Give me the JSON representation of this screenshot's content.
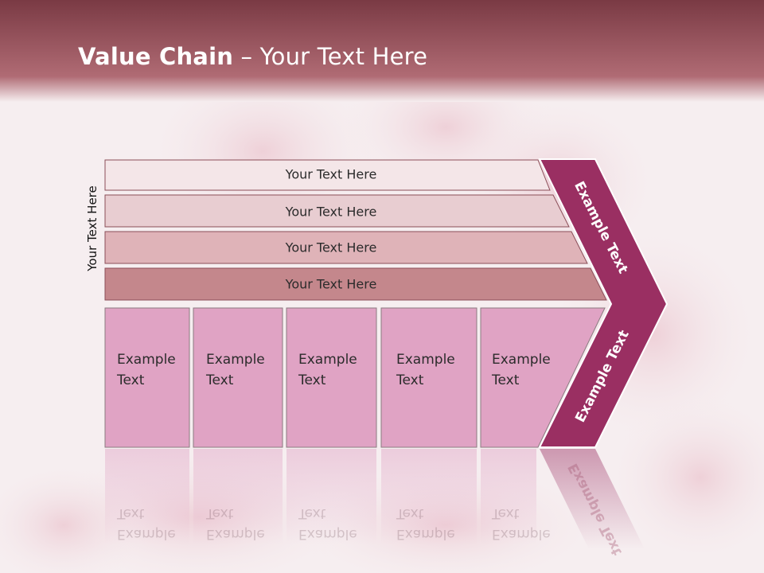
{
  "colors": {
    "header_top": "#7a3a44",
    "header_bottom": "#b06b74",
    "background": "#f6eef0",
    "row_1": "#f4e6e8",
    "row_2": "#e8cdd1",
    "row_3": "#dfb3b8",
    "row_4": "#c4878c",
    "column_fill": "#e0a3c4",
    "chevron_fill": "#9a2f62"
  },
  "title": {
    "bold": "Value Chain",
    "rest": " – Your Text Here"
  },
  "side_label": "Your Text Here",
  "rows": [
    {
      "label": "Your Text Here"
    },
    {
      "label": "Your Text Here"
    },
    {
      "label": "Your Text Here"
    },
    {
      "label": "Your Text Here"
    }
  ],
  "columns": [
    {
      "line1": "Example",
      "line2": "Text"
    },
    {
      "line1": "Example",
      "line2": "Text"
    },
    {
      "line1": "Example",
      "line2": "Text"
    },
    {
      "line1": "Example",
      "line2": "Text"
    },
    {
      "line1": "Example",
      "line2": "Text"
    }
  ],
  "chevron": {
    "upper": "Example Text",
    "lower": "Example Text"
  }
}
